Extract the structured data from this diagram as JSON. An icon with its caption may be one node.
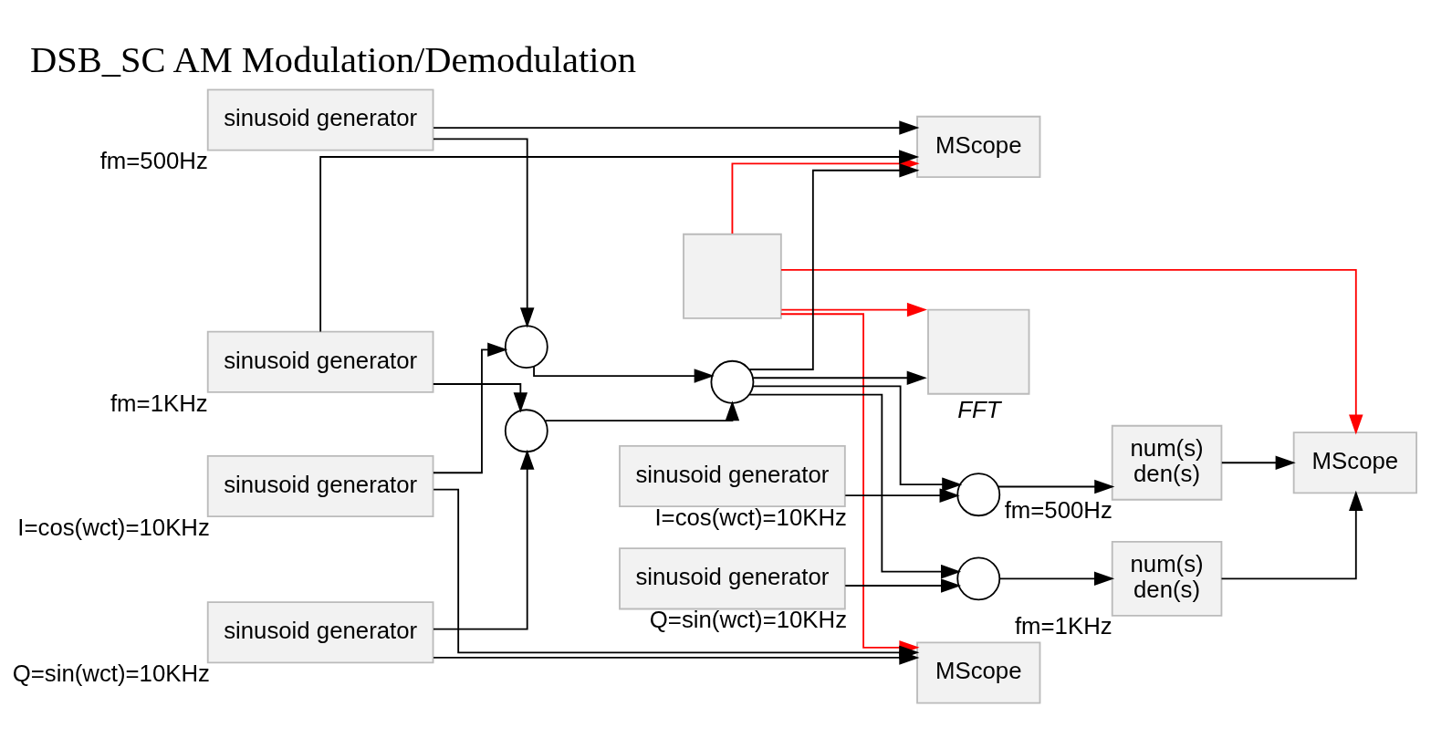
{
  "diagram": {
    "title": "DSB_SC AM Modulation/Demodulation",
    "nodes": [
      {
        "text": [],
        "shape": "box"
      },
      {
        "text": [
          "sinusoid generator"
        ],
        "beside": [
          "I=cos(wct)=10KHz"
        ]
      },
      {
        "text": [
          "sinusoid generator"
        ],
        "beside": [
          "fm=500Hz"
        ]
      },
      {
        "text": [
          "sinusoid generator"
        ],
        "beside": [
          "Q=sin(wct)=10KHz"
        ]
      },
      {
        "text": [
          "sinusoid generator"
        ],
        "beside": [
          "fm=1KHz"
        ]
      },
      {
        "text": [],
        "shape": "circle"
      },
      {
        "text": [],
        "shape": "circle"
      },
      {
        "text": [],
        "shape": "circle"
      },
      {
        "text": [
          "MScope"
        ]
      },
      {
        "text": [
          "MScope"
        ]
      },
      {
        "text": [],
        "shape": "box",
        "beside": [
          "FFT"
        ]
      },
      {
        "text": [],
        "shape": "circle"
      },
      {
        "text": [],
        "shape": "circle"
      },
      {
        "text": [
          "sinusoid generator"
        ],
        "beside": [
          "I=cos(wct)=10KHz"
        ]
      },
      {
        "text": [
          "sinusoid generator"
        ],
        "beside": [
          "Q=sin(wct)=10KHz"
        ]
      },
      {
        "text": [
          "num(s)",
          "den(s)"
        ],
        "beside": [
          "fm=500Hz"
        ]
      },
      {
        "text": [
          "num(s)",
          "den(s)"
        ],
        "beside": [
          "fm=1KHz"
        ]
      },
      {
        "text": [
          "MScope"
        ]
      }
    ],
    "edges": [
      {
        "from": 0,
        "to": 8,
        "arrow": "to",
        "color": "#ff0000"
      },
      {
        "from": 0,
        "to": 9,
        "arrow": "to",
        "color": "#ff0000"
      },
      {
        "from": 0,
        "to": 10,
        "arrow": "to",
        "color": "#ff0000"
      },
      {
        "from": 0,
        "to": 17,
        "arrow": "to",
        "color": "#ff0000"
      },
      {
        "from": 1,
        "to": 5,
        "arrow": "to"
      },
      {
        "from": 2,
        "to": 5,
        "arrow": "to"
      },
      {
        "from": 1,
        "to": 9,
        "arrow": "to"
      },
      {
        "from": 3,
        "to": 9,
        "arrow": "to"
      },
      {
        "from": 3,
        "to": 6,
        "arrow": "to"
      },
      {
        "from": 4,
        "to": 6,
        "arrow": "to"
      },
      {
        "from": 5,
        "to": 7,
        "arrow": "to"
      },
      {
        "from": 6,
        "to": 7,
        "arrow": "to"
      },
      {
        "from": 7,
        "to": 8,
        "arrow": "to"
      },
      {
        "from": 2,
        "to": 8,
        "arrow": "to"
      },
      {
        "from": 4,
        "to": 8,
        "arrow": "to"
      },
      {
        "from": 7,
        "to": 10,
        "arrow": "to"
      },
      {
        "from": 7,
        "to": 11,
        "arrow": "to"
      },
      {
        "from": 7,
        "to": 12,
        "arrow": "to"
      },
      {
        "from": 13,
        "to": 11,
        "arrow": "to"
      },
      {
        "from": 14,
        "to": 12,
        "arrow": "to"
      },
      {
        "from": 11,
        "to": 15,
        "arrow": "to"
      },
      {
        "from": 12,
        "to": 16,
        "arrow": "to"
      },
      {
        "from": 15,
        "to": 17,
        "arrow": "to"
      },
      {
        "from": 16,
        "to": 17,
        "arrow": "to"
      }
    ]
  }
}
